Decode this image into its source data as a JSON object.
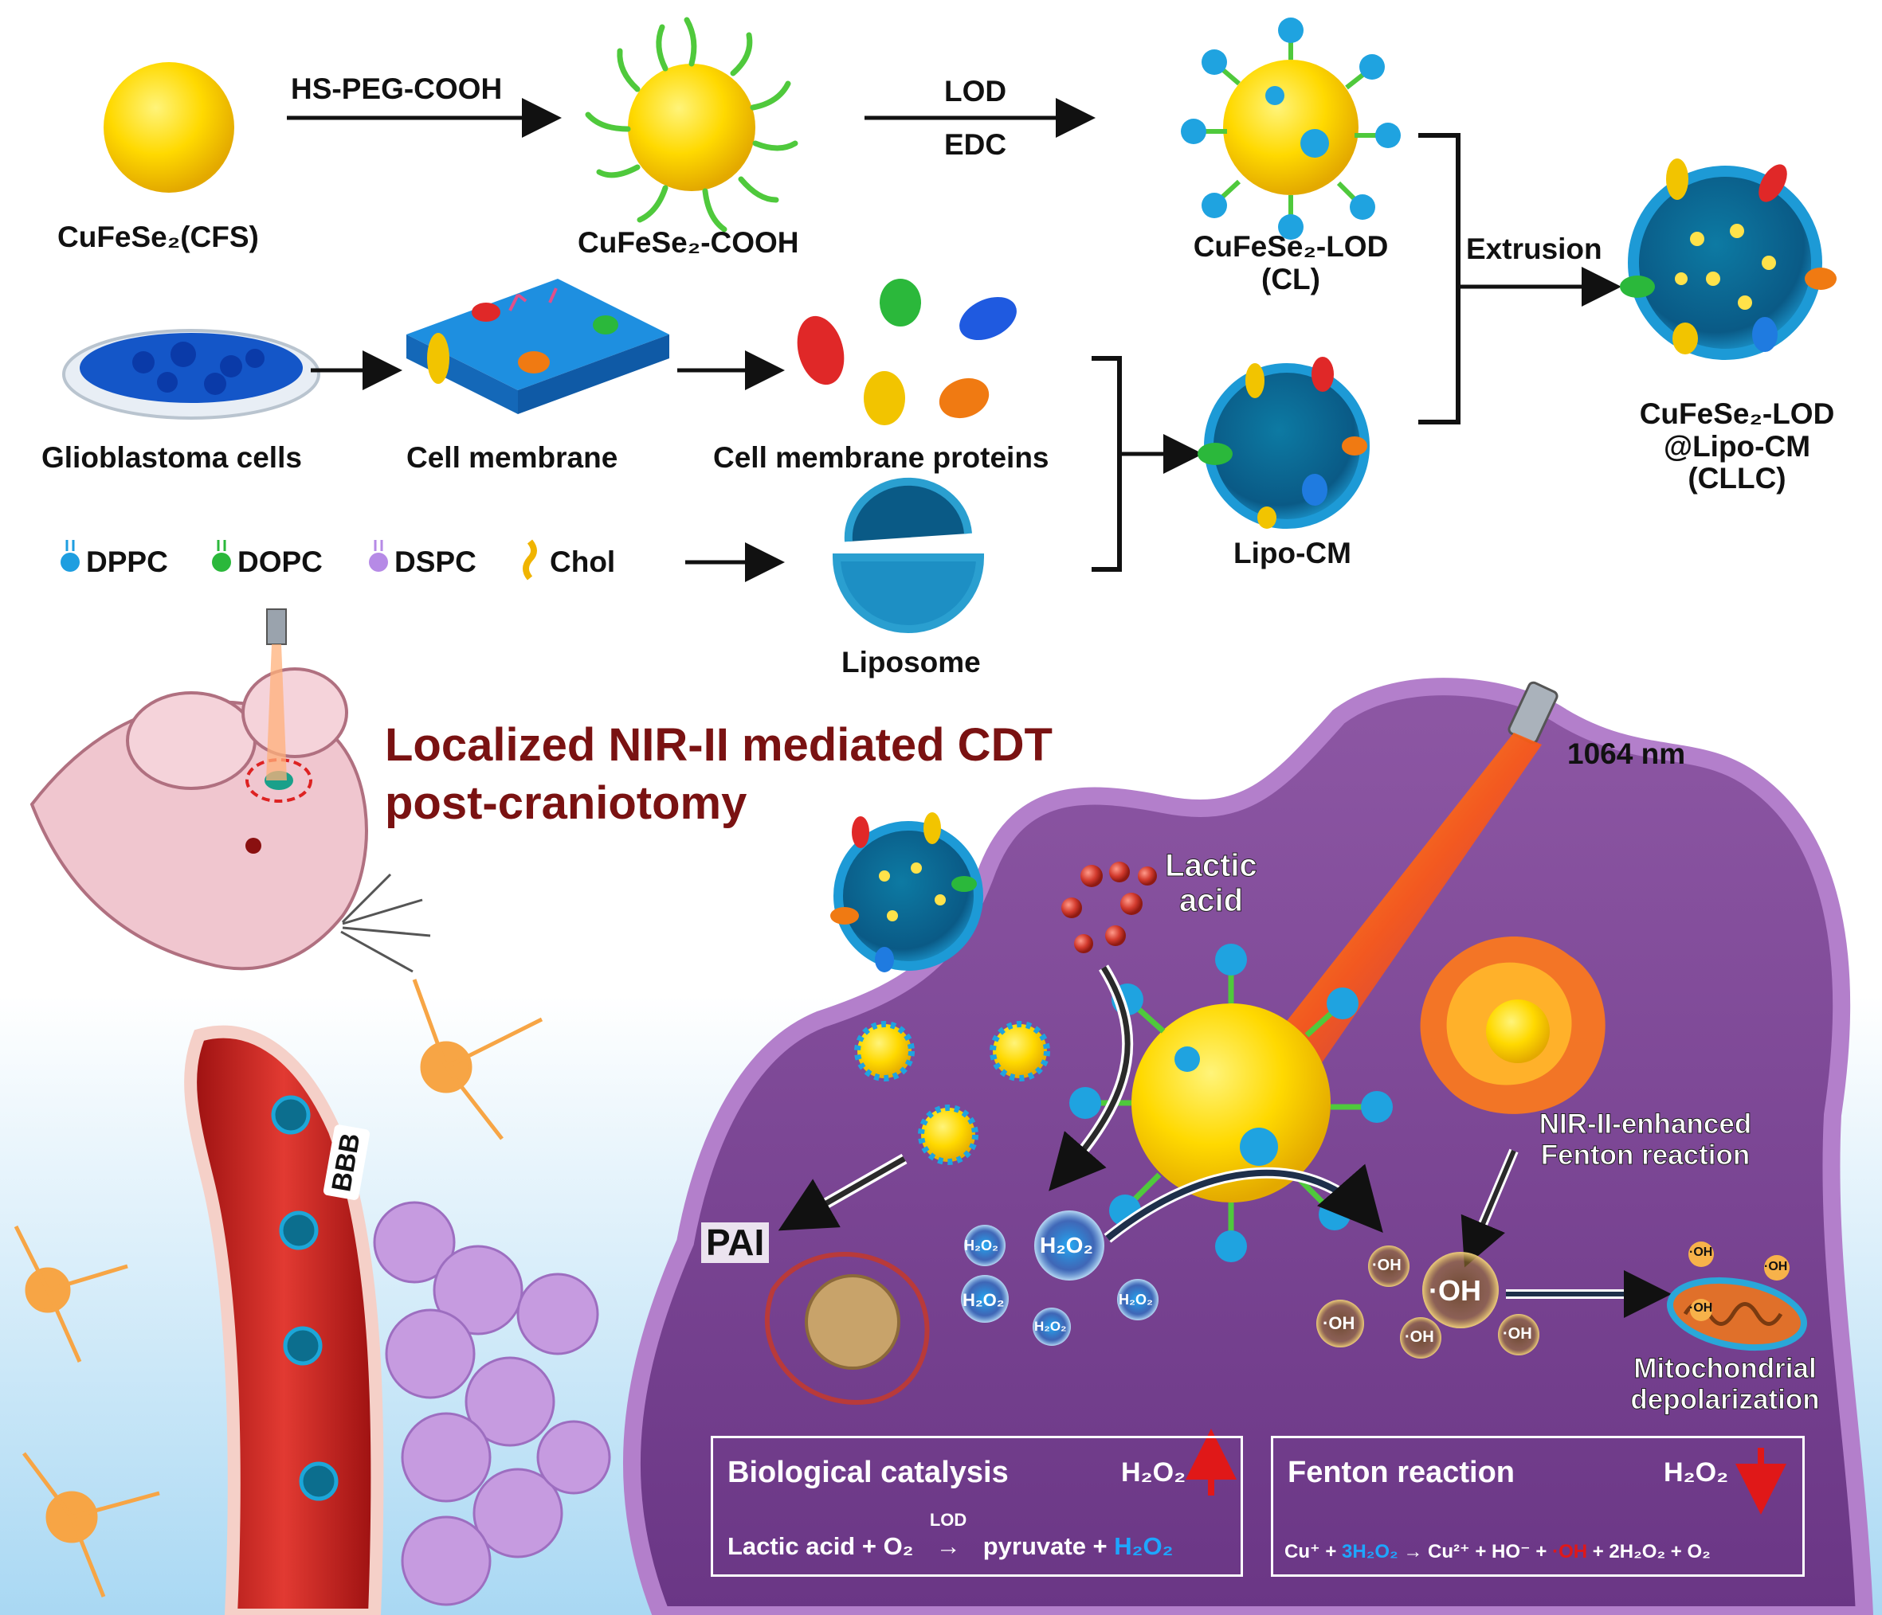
{
  "synthesis": {
    "cfs_label": "CuFeSe₂(CFS)",
    "peg_step": "HS-PEG-COOH",
    "cooh_label": "CuFeSe₂-COOH",
    "lod_step": "LOD",
    "edc_step": "EDC",
    "cl_label_1": "CuFeSe₂-LOD",
    "cl_label_2": "(CL)",
    "extrusion": "Extrusion",
    "clc_label_1": "CuFeSe₂-LOD",
    "clc_label_2": "@Lipo-CM",
    "clc_label_3": "(CLLC)"
  },
  "membrane": {
    "glioblastoma": "Glioblastoma cells",
    "cell_membrane": "Cell membrane",
    "proteins": "Cell membrane proteins",
    "lipo_cm": "Lipo-CM",
    "liposome": "Liposome"
  },
  "lipids": [
    {
      "name": "DPPC",
      "color": "#1e9ee0"
    },
    {
      "name": "DOPC",
      "color": "#2bb83b"
    },
    {
      "name": "DSPC",
      "color": "#b68ae6"
    },
    {
      "name": "Chol",
      "color": "#f0b400"
    }
  ],
  "therapy": {
    "title_1": "Localized NIR-II mediated CDT",
    "title_2": "post-craniotomy",
    "laser": "1064 nm",
    "lactic_1": "Lactic",
    "lactic_2": "acid",
    "bbb": "BBB",
    "pai": "PAI",
    "fenton_1": "NIR-II-enhanced",
    "fenton_2": "Fenton reaction",
    "mito_1": "Mitochondrial",
    "mito_2": "depolarization",
    "h2o2": "H₂O₂",
    "oh_big": "·OH",
    "oh_small": "·OH",
    "oh_mito": "·OH"
  },
  "box_left": {
    "title": "Biological catalysis",
    "h2o2": "H₂O₂",
    "eq_a": "Lactic acid + O₂",
    "eq_lod": "LOD",
    "eq_b": "pyruvate +",
    "eq_c": "H₂O₂"
  },
  "box_right": {
    "title": "Fenton reaction",
    "h2o2": "H₂O₂",
    "eq_a": "Cu⁺ +",
    "eq_b": "3H₂O₂",
    "eq_c": "Cu²⁺ + HO⁻ +",
    "eq_d": "·OH",
    "eq_e": "+ 2H₂O₂ + O₂"
  }
}
